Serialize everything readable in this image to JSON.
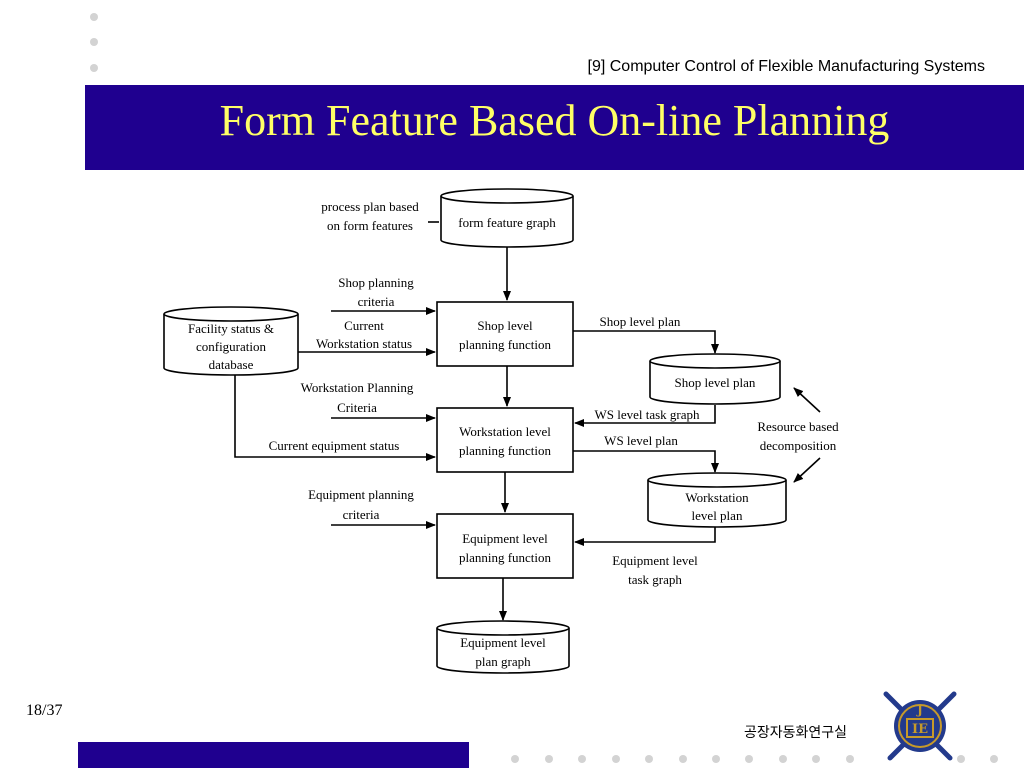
{
  "header": {
    "caption": "[9] Computer Control of Flexible Manufacturing Systems",
    "title": "Form Feature Based On-line Planning"
  },
  "diagram": {
    "nodes": {
      "form_feature_graph": "form feature graph",
      "facility_db": [
        "Facility  status &",
        "configuration",
        "database"
      ],
      "shop_level_function": [
        "Shop level",
        "planning function"
      ],
      "workstation_level_function": [
        "Workstation level",
        "planning function"
      ],
      "equipment_level_function": [
        "Equipment level",
        "planning function"
      ],
      "shop_level_plan": "Shop level plan",
      "workstation_level_plan": [
        "Workstation",
        "level plan"
      ],
      "equipment_level_plan_graph": [
        "Equipment level",
        "plan graph"
      ]
    },
    "labels": {
      "process_plan": [
        "process plan based",
        "on form features"
      ],
      "shop_planning_criteria": [
        "Shop planning",
        "criteria"
      ],
      "current_workstation_status": [
        "Current",
        "Workstation status"
      ],
      "workstation_planning_criteria": [
        "Workstation Planning",
        "Criteria"
      ],
      "current_equipment_status": "Current equipment status",
      "equipment_planning_criteria": [
        "Equipment planning",
        "criteria"
      ],
      "shop_level_plan_flow": "Shop level plan",
      "ws_level_task_graph": "WS level task graph",
      "ws_level_plan": "WS level plan",
      "equipment_level_task_graph": [
        "Equipment level",
        "task graph"
      ],
      "resource_based_decomposition": [
        "Resource based",
        "decomposition"
      ]
    }
  },
  "footer": {
    "page": "18/37",
    "lab_name": "공장자동화연구실",
    "logo_letters": [
      "J",
      "IE"
    ]
  },
  "colors": {
    "title_bar": "#1f008f",
    "title_text": "#ffff66",
    "decor_dots": "#d3d3d3",
    "logo_blue": "#233a8c",
    "logo_gold": "#c79a2a"
  }
}
